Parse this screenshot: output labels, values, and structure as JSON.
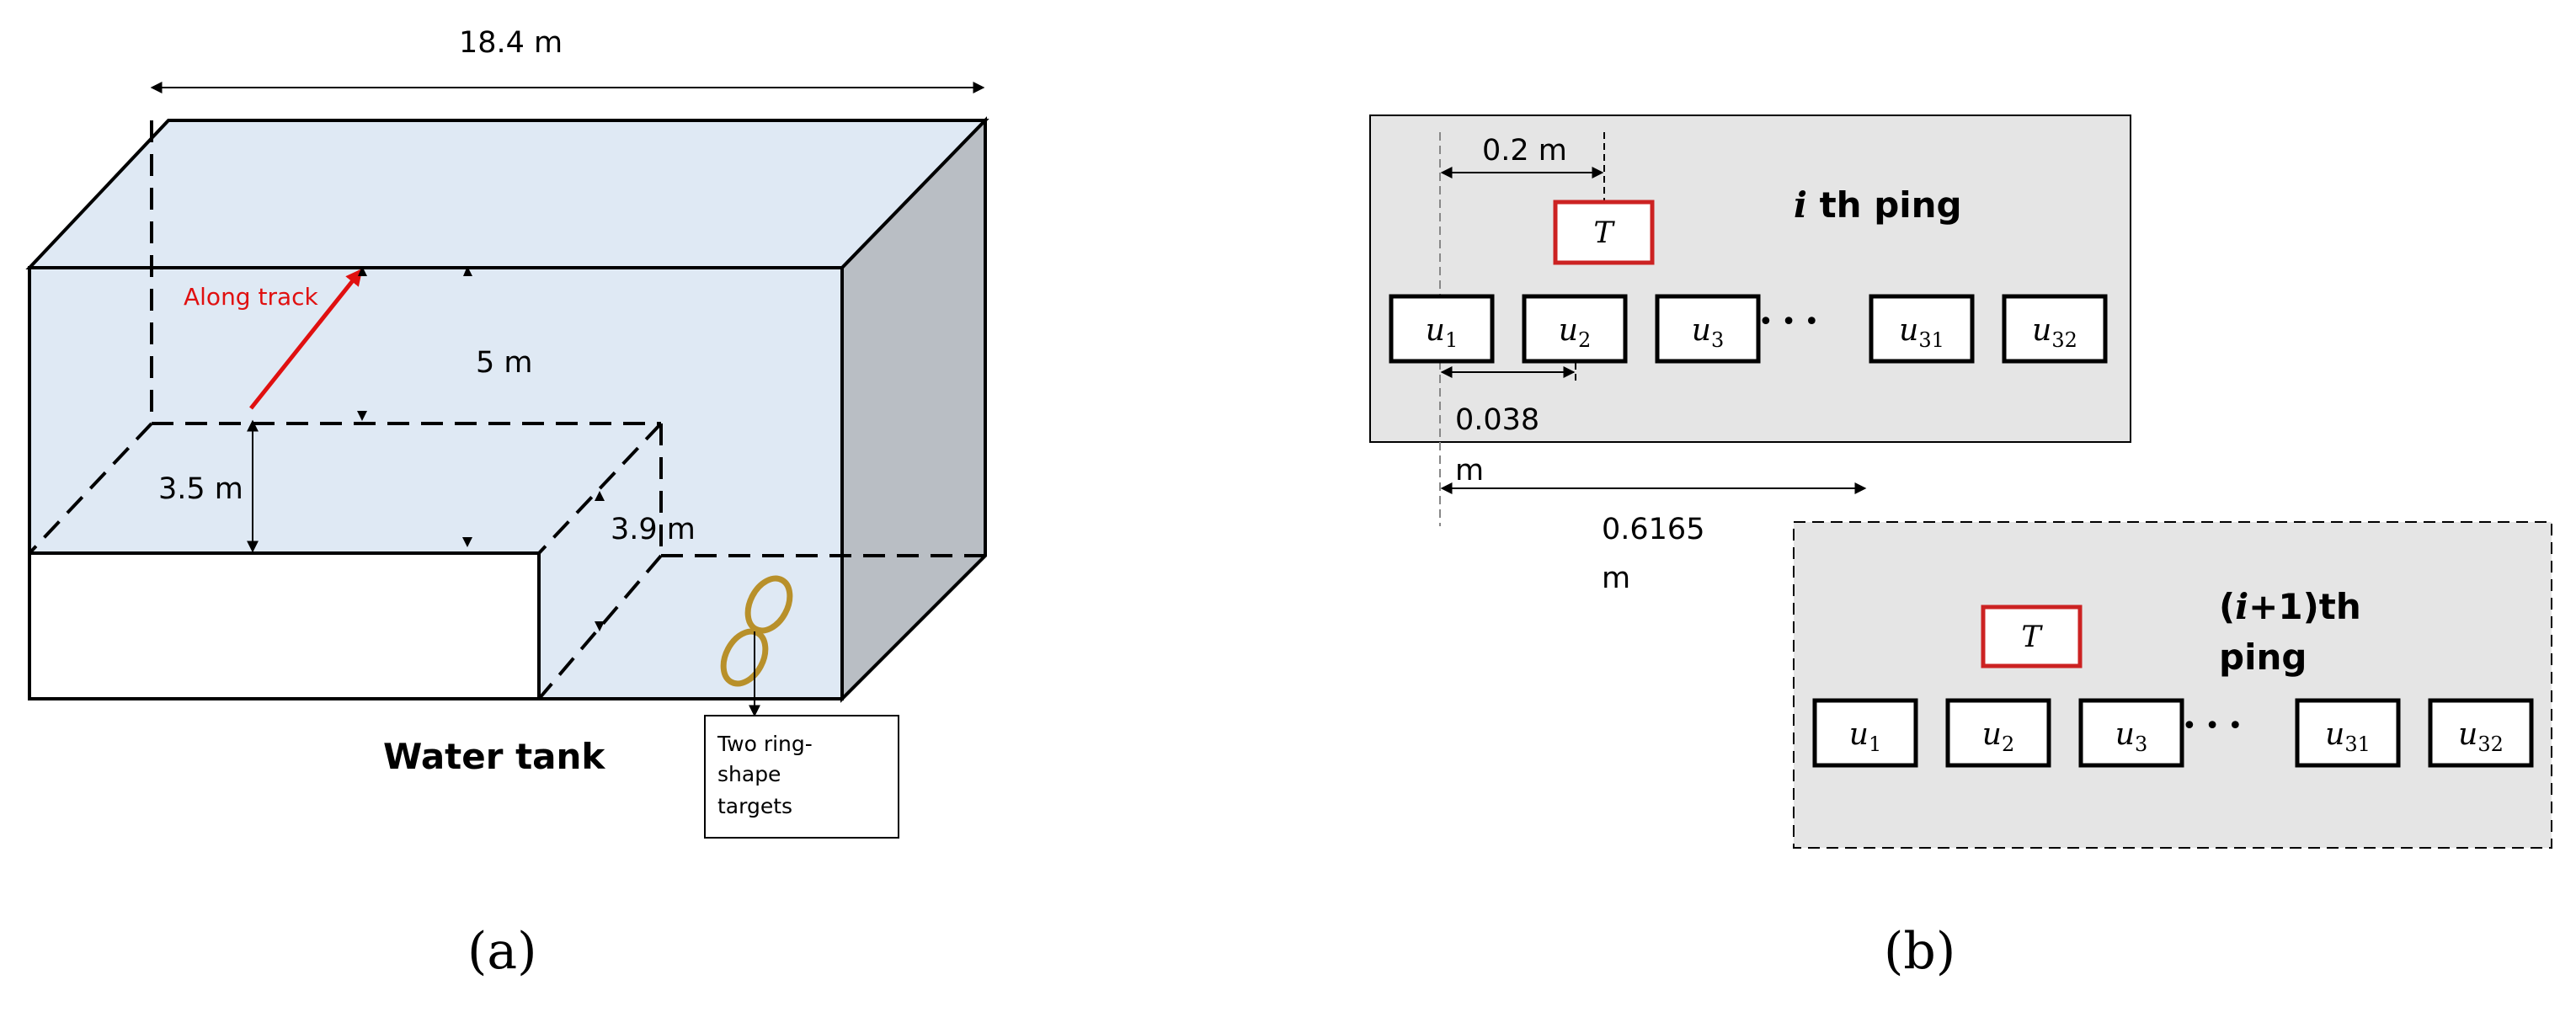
{
  "panel_a": {
    "width_label": "18.4 m",
    "along_track": "Along track",
    "depth_label": "5 m",
    "step_height_label": "3.5 m",
    "step_depth_label": "3.9 m",
    "tank_title": "Water tank",
    "targets_box": {
      "line1": "Two ring-",
      "line2": "shape",
      "line3": "targets"
    },
    "caption": "(a)"
  },
  "panel_b": {
    "ping_i": {
      "ordinal": "i",
      "suffix": " th ping"
    },
    "ping_next": {
      "line1_open": "(",
      "line1_var": "i",
      "line1_rest": "+1)th",
      "line2": "ping"
    },
    "target_symbol": "T",
    "element_var": "u",
    "subscripts": [
      "1",
      "2",
      "3",
      "31",
      "32"
    ],
    "ellipsis": "• • •",
    "spacing_02": "0.2 m",
    "spacing_0038": "0.038",
    "spacing_0038_unit": "m",
    "shift_label": "0.6165",
    "shift_unit": "m",
    "caption": "(b)"
  },
  "colors": {
    "tank_front": "#dfe9f4",
    "tank_side": "#b9bec4",
    "panel_fill": "#e5e5e5",
    "target_red": "#cc2222",
    "ring_gold": "#b8902a",
    "arrow_red": "#e01010"
  }
}
